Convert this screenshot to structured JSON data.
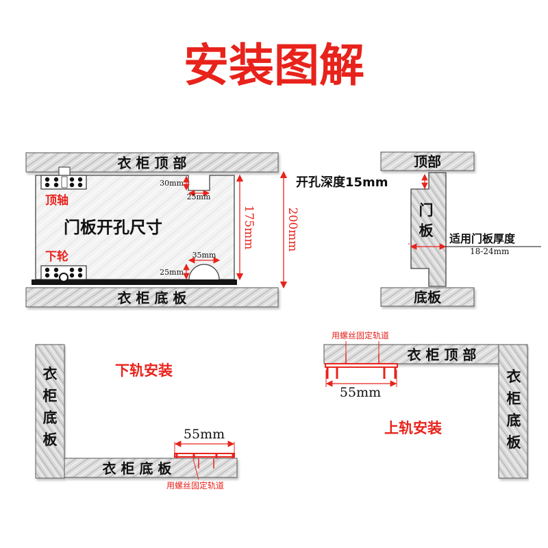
{
  "title": "安装图解",
  "colors": {
    "accent": "#e8231c",
    "ink": "#111111",
    "board": "#d9d9d9"
  },
  "door_panel": {
    "top_board": "衣 柜 顶 部",
    "bottom_board": "衣 柜 底 板",
    "panel_label": "门板开孔尺寸",
    "top_pivot": "顶轴",
    "bottom_wheel": "下轮",
    "notch_top_h": "30mm",
    "notch_top_w": "25mm",
    "notch_bottom_w": "35mm",
    "notch_bottom_h": "25mm",
    "inner_height": "175mm",
    "outer_height": "200mm"
  },
  "side_view": {
    "top": "顶部",
    "bottom": "底板",
    "door_top": "门",
    "door_bottom": "板",
    "hole_depth": "开孔深度15mm",
    "thickness_label": "适用门板厚度",
    "thickness_range": "18-24mm"
  },
  "bottom_install": {
    "title": "下轨安装",
    "side_chars": [
      "衣",
      "柜",
      "底",
      "板"
    ],
    "floor": "衣 柜 底 板",
    "width": "55mm",
    "screw_note": "用螺丝固定轨道"
  },
  "top_install": {
    "title": "上轨安装",
    "side_chars": [
      "衣",
      "柜",
      "底",
      "板"
    ],
    "ceiling": "衣 柜 顶 部",
    "width": "55mm",
    "screw_note": "用螺丝固定轨道"
  }
}
